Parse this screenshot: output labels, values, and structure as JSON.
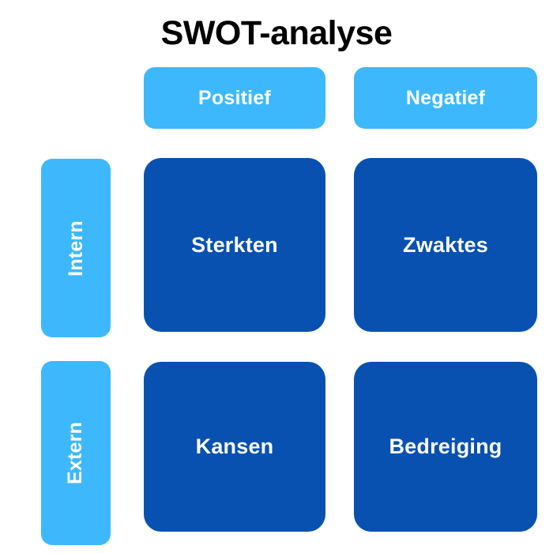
{
  "diagram": {
    "title": "SWOT-analyse",
    "type": "swot-matrix",
    "colors": {
      "accent_light": "#3DB8FC",
      "accent_dark": "#0851B0",
      "title_text": "#000000",
      "box_text": "#FFFFFF",
      "background": "#FFFFFF"
    },
    "column_headers": [
      {
        "id": "positief",
        "label": "Positief"
      },
      {
        "id": "negatief",
        "label": "Negatief"
      }
    ],
    "row_headers": [
      {
        "id": "intern",
        "label": "Intern",
        "orientation": "vertical-bottom-to-top"
      },
      {
        "id": "extern",
        "label": "Extern",
        "orientation": "vertical-bottom-to-top"
      }
    ],
    "quadrants": [
      {
        "id": "sterkten",
        "label": "Sterkten",
        "row": "intern",
        "column": "positief"
      },
      {
        "id": "zwaktes",
        "label": "Zwaktes",
        "row": "intern",
        "column": "negatief"
      },
      {
        "id": "kansen",
        "label": "Kansen",
        "row": "extern",
        "column": "positief"
      },
      {
        "id": "bedreiging",
        "label": "Bedreiging",
        "row": "extern",
        "column": "negatief"
      }
    ]
  }
}
